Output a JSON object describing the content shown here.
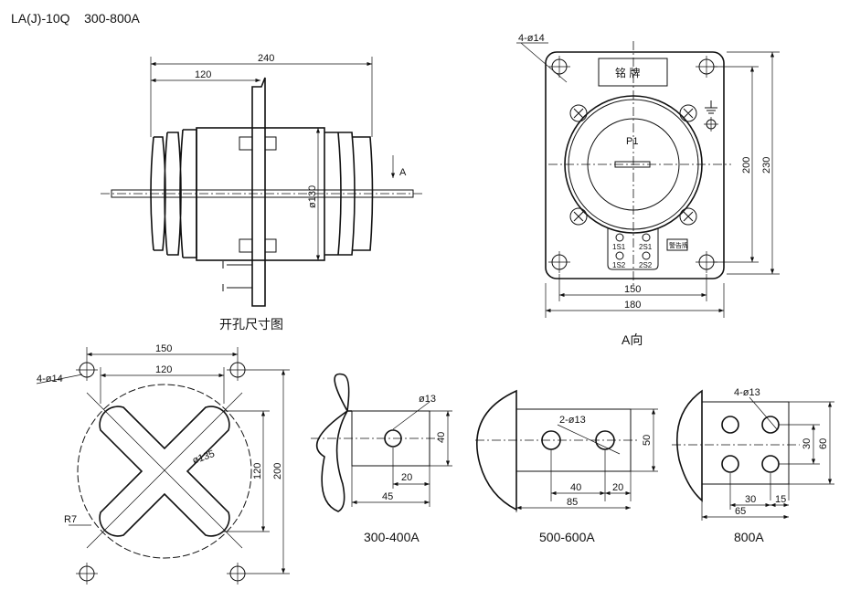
{
  "title": "LA(J)-10Q    300-800A",
  "side_view": {
    "dim_total": "240",
    "dim_half": "120",
    "dim_dia": "ø130",
    "arrow_label": "A",
    "caption": "开孔尺寸图"
  },
  "a_view": {
    "holes_label": "4-ø14",
    "nameplate": "铭  牌",
    "p1": "P1",
    "terminals": [
      "1S1",
      "2S1",
      "1S2",
      "2S2"
    ],
    "warning": "警告牌",
    "dim_150": "150",
    "dim_180": "180",
    "dim_200": "200",
    "dim_230": "230",
    "caption": "A向"
  },
  "cutout": {
    "holes_label": "4-ø14",
    "dim_150": "150",
    "dim_120h": "120",
    "dim_120v": "120",
    "dim_200": "200",
    "dim_dia": "ø135",
    "radius": "R7"
  },
  "busbars": [
    {
      "caption": "300-400A",
      "hole": "ø13",
      "dim_40": "40",
      "dim_20": "20",
      "dim_45": "45"
    },
    {
      "caption": "500-600A",
      "hole": "2-ø13",
      "dim_50": "50",
      "dim_40": "40",
      "dim_20": "20",
      "dim_85": "85"
    },
    {
      "caption": "800A",
      "hole": "4-ø13",
      "dim_30v": "30",
      "dim_60": "60",
      "dim_30h": "30",
      "dim_15": "15",
      "dim_65": "65"
    }
  ]
}
